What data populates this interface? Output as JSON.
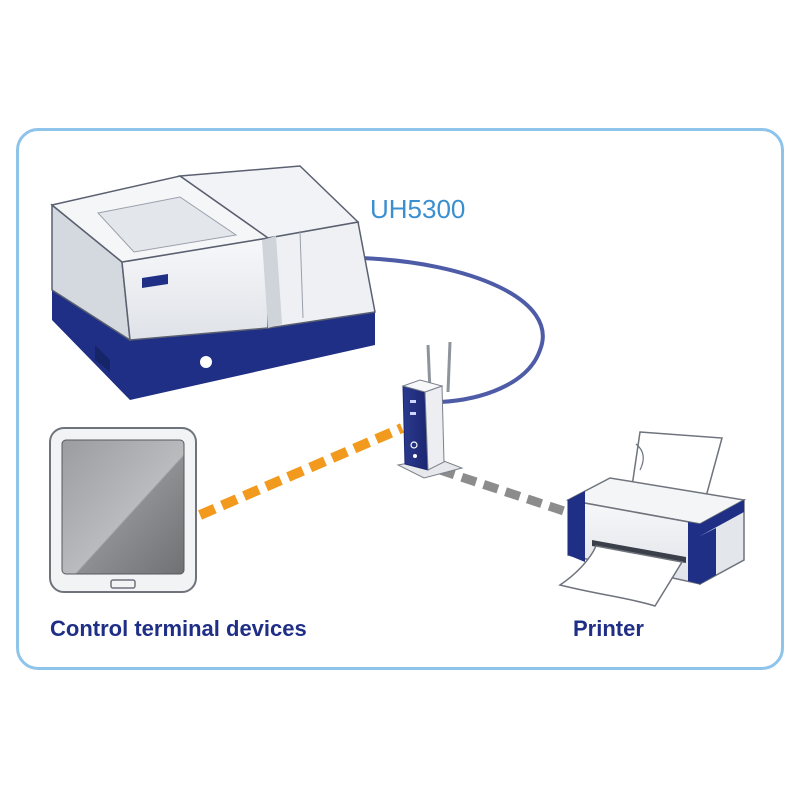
{
  "labels": {
    "instrument": "UH5300",
    "terminal": "Control terminal devices",
    "printer": "Printer"
  },
  "colors": {
    "frame": "#8ec3ea",
    "instrument_label": "#3a8fd0",
    "caption": "#1f2f86",
    "navy": "#1f2f86",
    "cable": "#4e5ca8",
    "wifi_link": "#f29a1d",
    "printer_link": "#8c8c8c"
  }
}
